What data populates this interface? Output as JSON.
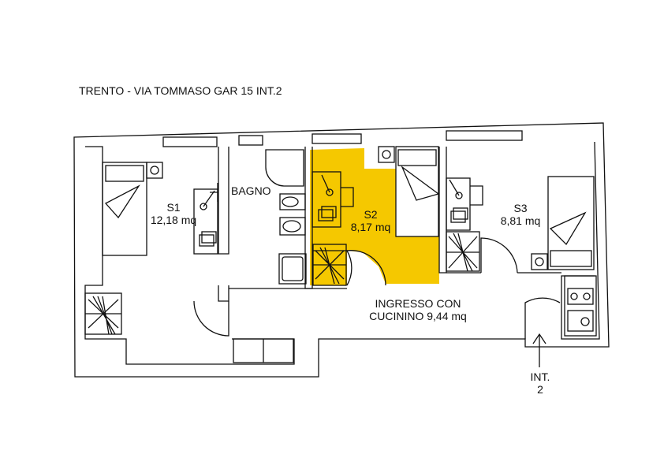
{
  "title": "TRENTO - VIA TOMMASO GAR 15 INT.2",
  "rooms": {
    "s1": {
      "name": "S1",
      "area": "12,18 mq"
    },
    "bagno": {
      "name": "BAGNO"
    },
    "s2": {
      "name": "S2",
      "area": "8,17 mq",
      "highlight_color": "#f5c800"
    },
    "s3": {
      "name": "S3",
      "area": "8,81 mq"
    },
    "ingresso": {
      "name": "INGRESSO CON",
      "area": "CUCININO 9,44 mq"
    }
  },
  "entrance": {
    "line1": "INT.",
    "line2": "2"
  },
  "colors": {
    "wall": "#111111",
    "highlight": "#f5c800",
    "background": "#ffffff"
  }
}
